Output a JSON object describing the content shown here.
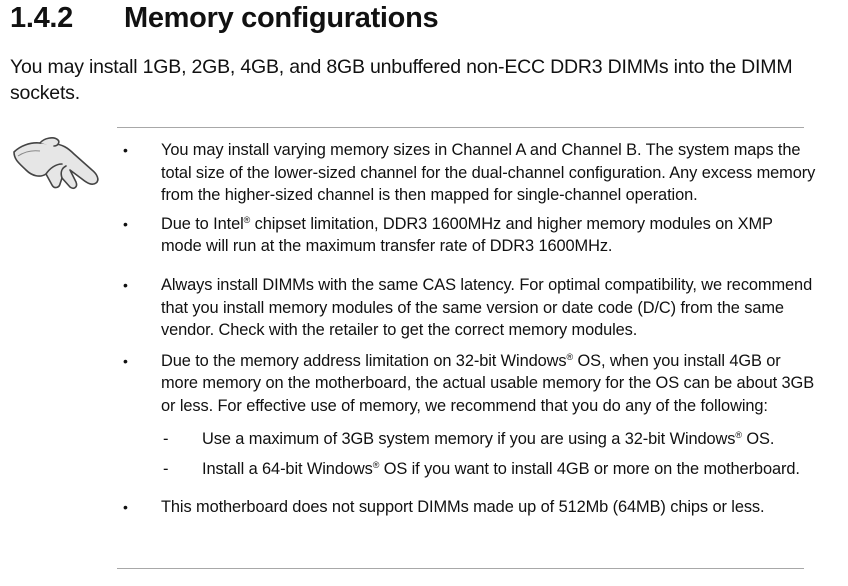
{
  "section": {
    "number": "1.4.2",
    "title": "Memory configurations"
  },
  "intro": "You may install 1GB, 2GB, 4GB, and 8GB unbuffered non-ECC DDR3 DIMMs into the DIMM sockets.",
  "note_icon": "pointing-hand-note-icon",
  "notes": {
    "item1": "You may install varying memory sizes in Channel A and Channel B. The system maps the total size of the lower-sized channel for the dual-channel configuration. Any excess memory from the higher-sized channel is then mapped for single-channel operation.",
    "item2_pre": "Due to Intel",
    "item2_post": " chipset limitation, DDR3 1600MHz and higher memory modules on XMP mode will run at the maximum transfer rate of DDR3 1600MHz.",
    "item3": "Always install DIMMs with the same CAS latency. For optimal compatibility, we recommend that you install memory modules of the same version or date code (D/C) from the same vendor. Check with the retailer to get the correct memory modules.",
    "item4_pre": "Due to the memory address limitation on 32-bit Windows",
    "item4_post": " OS, when you install 4GB or more memory on the motherboard, the actual usable memory for the OS can be about 3GB or less. For effective use of memory, we recommend that you do any of the following:",
    "sub1_pre": "Use a maximum of 3GB system memory if you are using a 32-bit Windows",
    "sub1_post": " OS.",
    "sub2_pre": "Install a 64-bit Windows",
    "sub2_post": " OS if you want to install 4GB or more on the motherboard.",
    "item5": "This motherboard does not support DIMMs made up of 512Mb (64MB) chips or less.",
    "registered_mark": "®"
  }
}
